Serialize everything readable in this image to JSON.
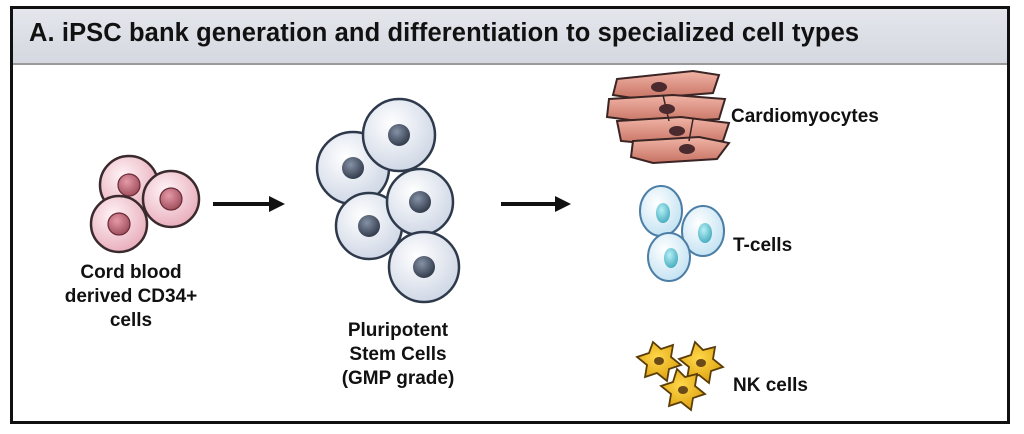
{
  "title": "A. iPSC bank generation and differentiation to specialized cell types",
  "source": {
    "label_lines": [
      "Cord blood",
      "derived CD34+",
      "cells"
    ],
    "cell_color": "#f2cdd6",
    "nucleus_color": "#c8707e"
  },
  "ipsc": {
    "label_lines": [
      "Pluripotent",
      "Stem Cells",
      "(GMP grade)"
    ],
    "cell_color": "#dde3ef",
    "nucleus_color": "#4d5a6c"
  },
  "outputs": [
    {
      "label": "Cardiomyocytes",
      "cell_color": "#dc8c7e",
      "nucleus_color": "#4a2a2e"
    },
    {
      "label": "T-cells",
      "cell_color": "#d6ecf7",
      "nucleus_color": "#67c4d3"
    },
    {
      "label": "NK cells",
      "cell_color": "#f2b71a",
      "nucleus_color": "#6b4a1a"
    }
  ]
}
